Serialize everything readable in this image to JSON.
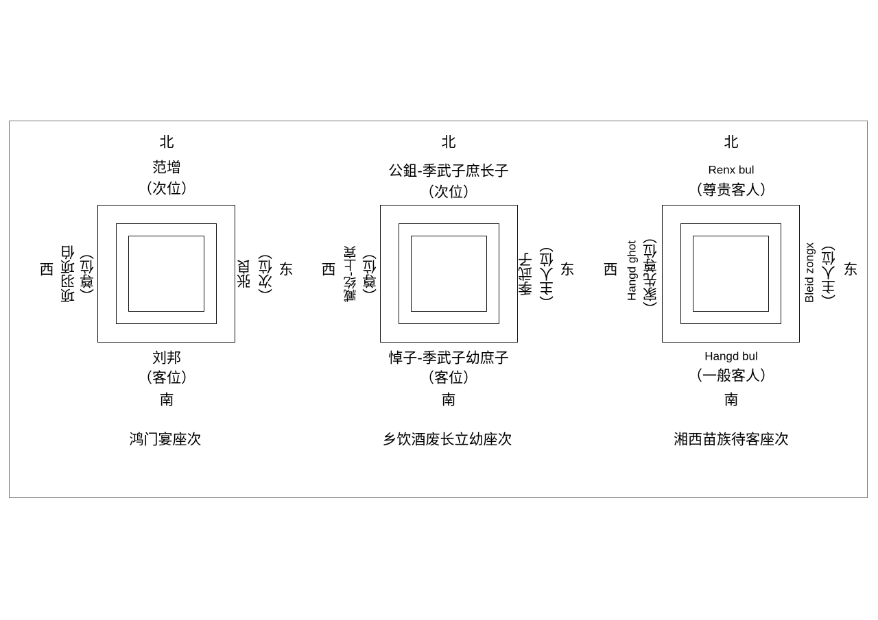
{
  "diagrams": [
    {
      "north": "北",
      "south": "南",
      "west": "西",
      "east": "东",
      "top_name": "范增",
      "top_role": "（次位）",
      "bottom_name": "刘邦",
      "bottom_role": "（客位）",
      "left_name": "项羽项伯",
      "left_role": "（尊位）",
      "right_name": "张良",
      "right_role": "（次位）",
      "caption": "鸿门宴座次"
    },
    {
      "north": "北",
      "south": "南",
      "west": "西",
      "east": "东",
      "top_name": "公鉏-季武子庶长子",
      "top_role": "（次位）",
      "bottom_name": "悼子-季武子幼庶子",
      "bottom_role": "（客位）",
      "left_name": "臧纥-上宾",
      "left_role": "（尊位）",
      "right_name": "季武子",
      "right_role": "（主人位）",
      "caption": "乡饮酒废长立幼座次"
    },
    {
      "north": "北",
      "south": "南",
      "west": "西",
      "east": "东",
      "top_name": "Renx bul",
      "top_role": "（尊贵客人）",
      "bottom_name": "Hangd bul",
      "bottom_role": "（一般客人）",
      "left_name": "Hangd ghot",
      "left_role": "（家先尊位）",
      "right_name": "Bleid zongx",
      "right_role": "（主人位）",
      "caption": "湘西苗族待客座次"
    }
  ]
}
